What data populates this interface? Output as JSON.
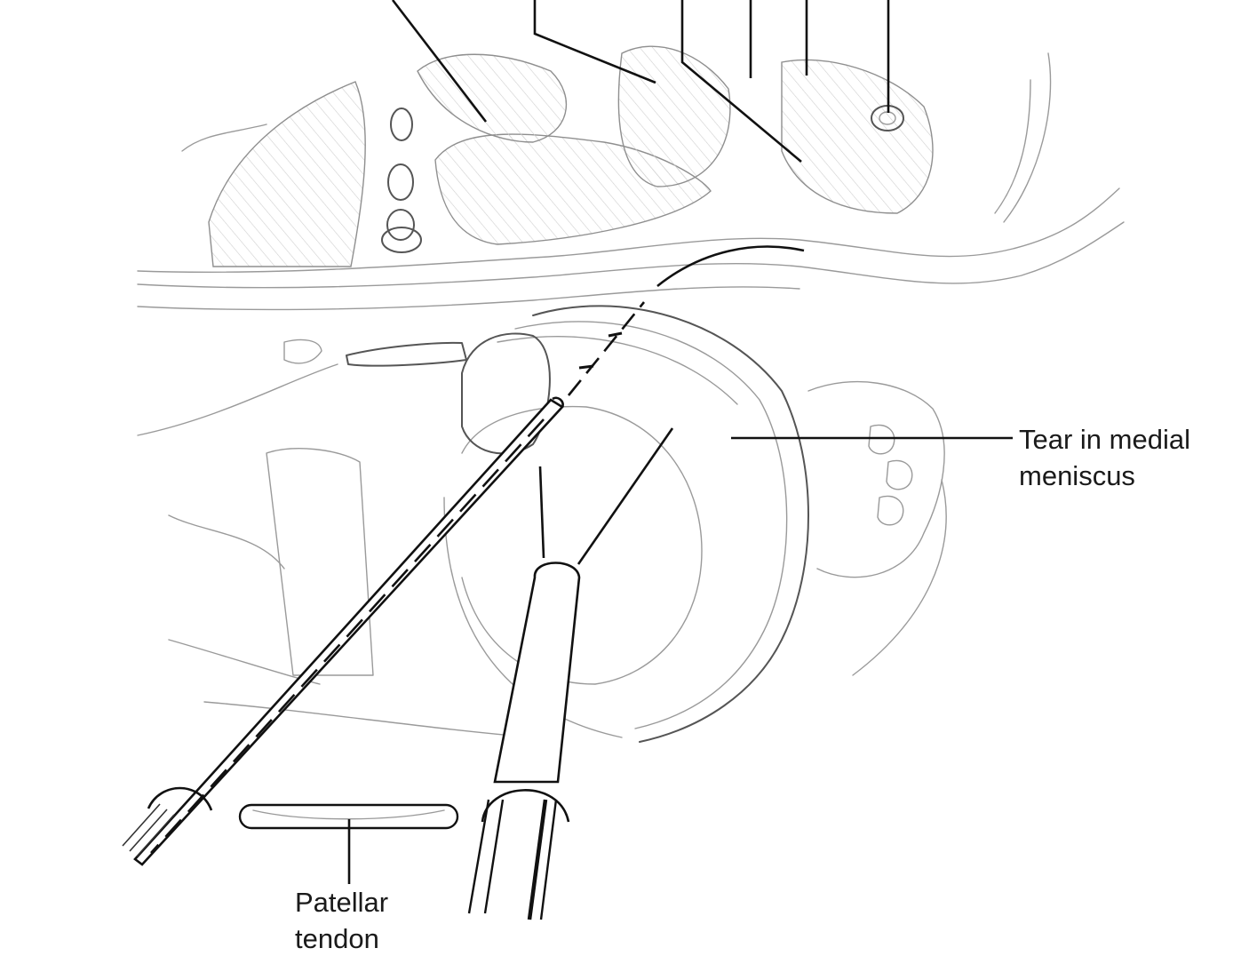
{
  "labels": {
    "meniscus_tear": [
      "Tear in medial",
      "meniscus"
    ],
    "patellar_tendon": [
      "Patellar",
      "tendon"
    ]
  }
}
